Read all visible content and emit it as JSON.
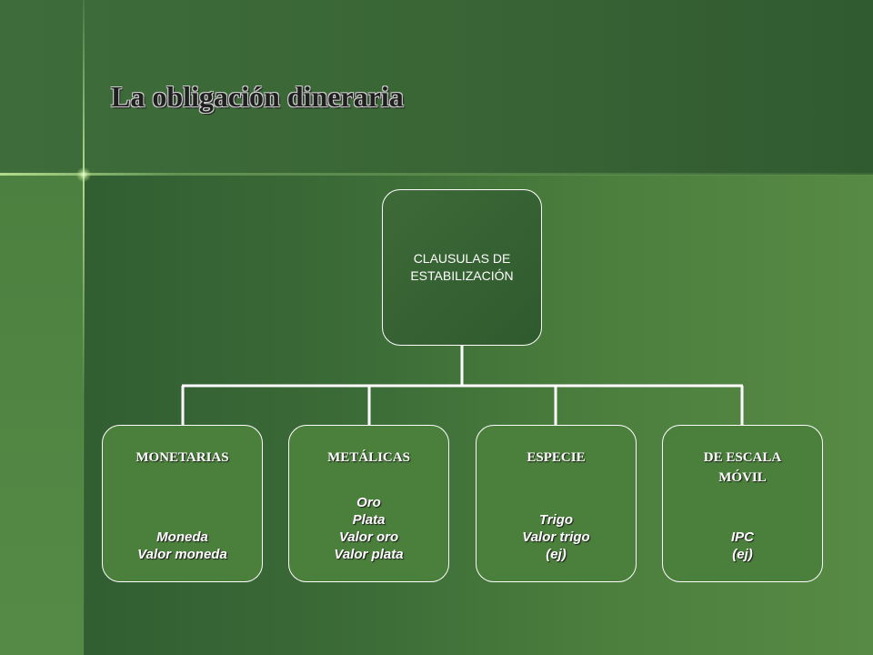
{
  "slide": {
    "title": "La obligación dineraria"
  },
  "diagram": {
    "root": {
      "lines": [
        "CLAUSULAS DE",
        "ESTABILIZACIÓN"
      ]
    },
    "children": [
      {
        "title": "MONETARIAS",
        "items": [
          "Moneda",
          "Valor moneda"
        ]
      },
      {
        "title": "METÁLICAS",
        "items": [
          "Oro",
          "Plata",
          "Valor oro",
          "Valor plata"
        ]
      },
      {
        "title": "ESPECIE",
        "items": [
          "Trigo",
          "Valor trigo",
          "(ej)"
        ]
      },
      {
        "title": "DE ESCALA\nMÓVIL",
        "items": [
          "IPC",
          "(ej)"
        ]
      }
    ]
  },
  "colors": {
    "connector": "#ffffff",
    "box_border": "#ffffff",
    "background_green": "#3b6b37"
  }
}
